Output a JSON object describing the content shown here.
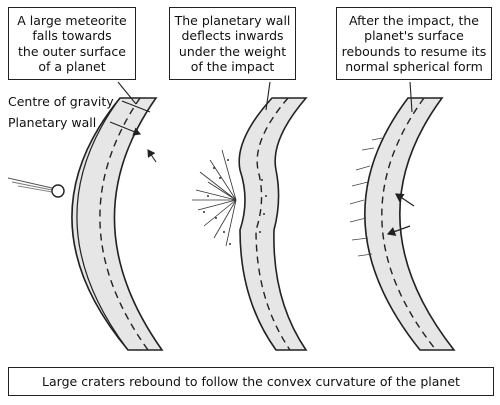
{
  "panels": [
    {
      "text": "A large meteorite\nfalls towards\nthe outer surface\nof a planet"
    },
    {
      "text": "The planetary wall\ndeflects inwards\nunder the weight\nof the impact"
    },
    {
      "text": "After the impact, the\nplanet's surface\nrebounds to resume its\nnormal spherical form"
    }
  ],
  "labels": {
    "centre_of_gravity": "Centre of gravity",
    "planetary_wall": "Planetary wall"
  },
  "caption": "Large craters rebound to follow the convex curvature of the planet",
  "colors": {
    "stroke": "#222222",
    "wall_fill": "#e6e6e6",
    "background": "#ffffff"
  }
}
